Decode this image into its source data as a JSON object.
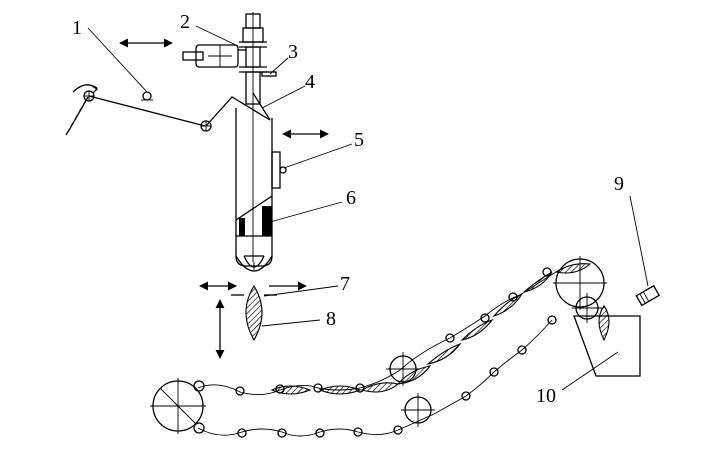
{
  "labels": {
    "l1": "1",
    "l2": "2",
    "l3": "3",
    "l4": "4",
    "l5": "5",
    "l6": "6",
    "l7": "7",
    "l8": "8",
    "l9": "9",
    "l10": "10"
  },
  "colors": {
    "ink": "#000000",
    "background": "#ffffff"
  }
}
